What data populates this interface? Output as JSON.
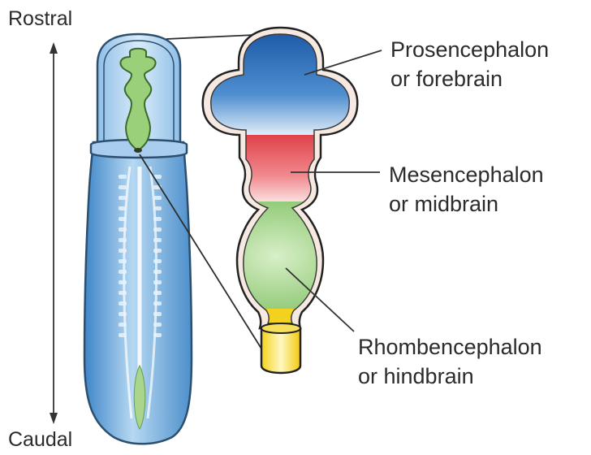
{
  "axis": {
    "top_label": "Rostral",
    "bottom_label": "Caudal"
  },
  "regions": [
    {
      "name": "Prosencephalon",
      "alt": "or forebrain",
      "color": "#2f6fb8"
    },
    {
      "name": "Mesencephalon",
      "alt": "or midbrain",
      "color": "#e0414a"
    },
    {
      "name": "Rhombencephalon",
      "alt": "or hindbrain",
      "color": "#8cc870"
    }
  ],
  "spinal_color": "#f3d21f",
  "embryo_color": "#7fb6e4"
}
